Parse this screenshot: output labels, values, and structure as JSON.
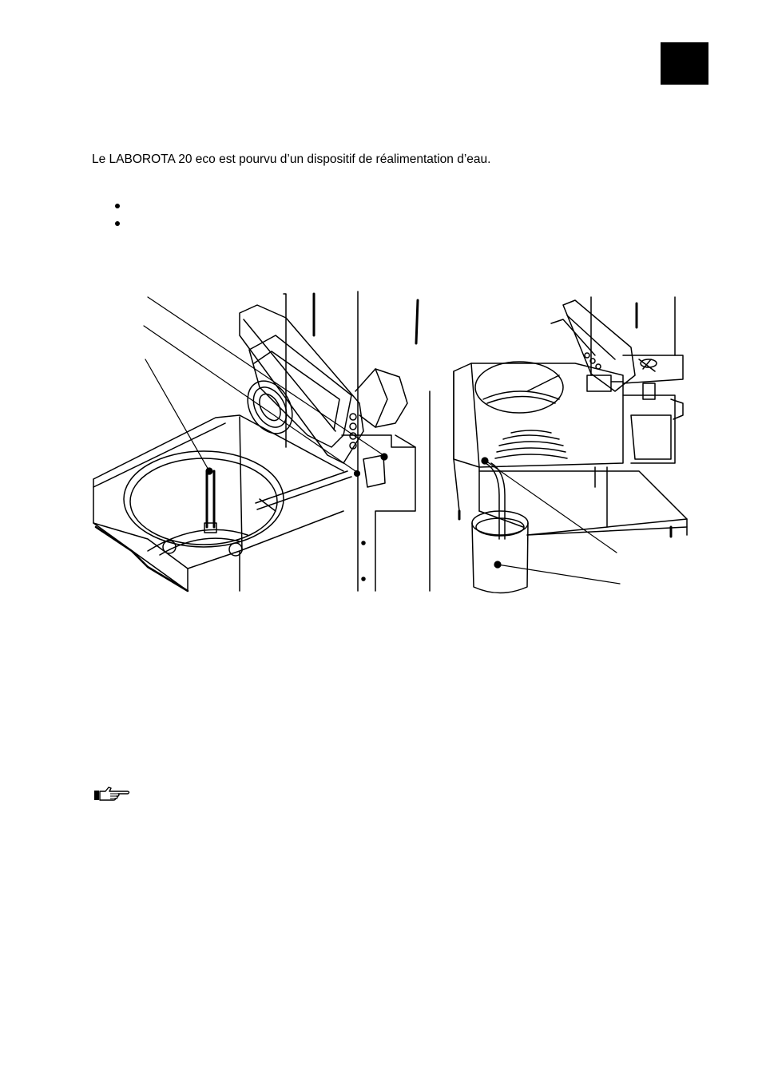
{
  "header": {
    "section_tab_color": "#000000"
  },
  "body": {
    "intro_text": "Le LABOROTA 20 eco est pourvu d’un dispositif de réalimentation d’eau."
  },
  "bullets": [
    {
      "text": ""
    },
    {
      "text": ""
    }
  ],
  "figures": {
    "left_illustration": "evaporator-top-open-drawing",
    "right_illustration": "evaporator-with-water-container-drawing"
  },
  "note": {
    "icon": "pointing-hand-icon"
  }
}
